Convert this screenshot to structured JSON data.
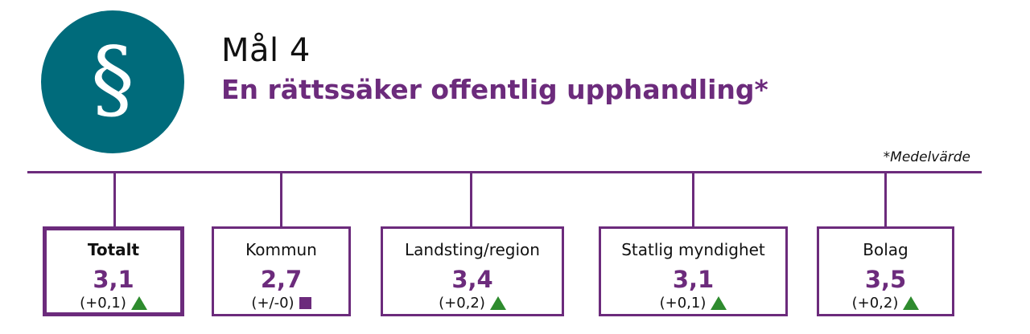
{
  "logo": {
    "symbol": "§",
    "color": "#006b7b"
  },
  "header": {
    "goal_label": "Mål 4",
    "goal_title": "En rättssäker offentlig upphandling*"
  },
  "note": "*Medelvärde",
  "colors": {
    "accent": "#6c2b7c",
    "increase": "#2e8b2e"
  },
  "boxes": [
    {
      "label": "Totalt",
      "value": "3,1",
      "change": "(+0,1)",
      "trend": "up-triangle-icon"
    },
    {
      "label": "Kommun",
      "value": "2,7",
      "change": "(+/-0)",
      "trend": "square-icon"
    },
    {
      "label": "Landsting/region",
      "value": "3,4",
      "change": "(+0,2)",
      "trend": "up-triangle-icon"
    },
    {
      "label": "Statlig myndighet",
      "value": "3,1",
      "change": "(+0,1)",
      "trend": "up-triangle-icon"
    },
    {
      "label": "Bolag",
      "value": "3,5",
      "change": "(+0,2)",
      "trend": "up-triangle-icon"
    }
  ]
}
